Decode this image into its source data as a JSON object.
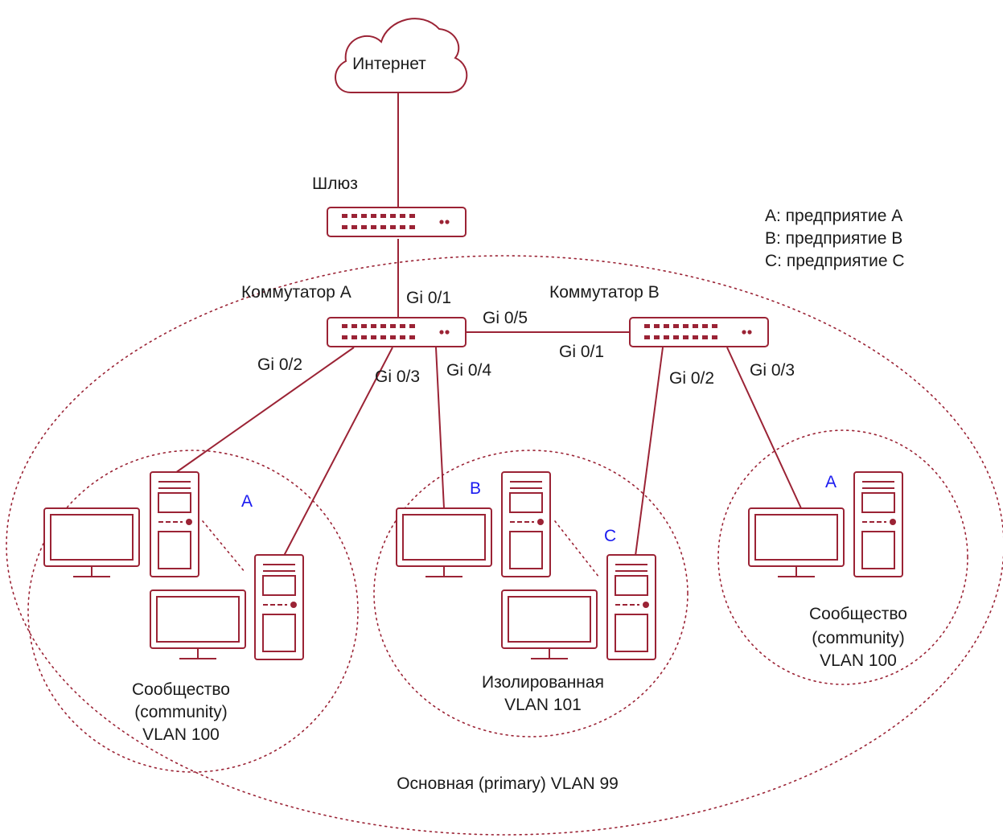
{
  "colors": {
    "device": "#9b2335",
    "label": "#1a1a1a",
    "tenant_tag": "#1a1af0"
  },
  "cloud": {
    "label": "Интернет",
    "icon": "cloud-icon"
  },
  "gateway": {
    "label": "Шлюз",
    "icon": "router-icon"
  },
  "switch_a": {
    "label": "Коммутатор А",
    "icon": "switch-icon"
  },
  "switch_b": {
    "label": "Коммутатор В",
    "icon": "switch-icon"
  },
  "ports": {
    "a_gi01": "Gi 0/1",
    "a_gi02": "Gi 0/2",
    "a_gi03": "Gi 0/3",
    "a_gi04": "Gi 0/4",
    "a_gi05": "Gi 0/5",
    "b_gi01": "Gi 0/1",
    "b_gi02": "Gi 0/2",
    "b_gi03": "Gi 0/3"
  },
  "legend": [
    "А: предприятие А",
    "В: предприятие В",
    "С: предприятие С"
  ],
  "tenant_tags": {
    "left": "A",
    "middle_b": "B",
    "middle_c": "C",
    "right": "A"
  },
  "zones": {
    "left": [
      "Сообщество",
      "(community)",
      "VLAN 100"
    ],
    "middle": [
      "Изолированная",
      "VLAN 101"
    ],
    "right": [
      "Сообщество",
      "(community)",
      "VLAN 100"
    ],
    "primary": "Основная (primary) VLAN 99"
  }
}
